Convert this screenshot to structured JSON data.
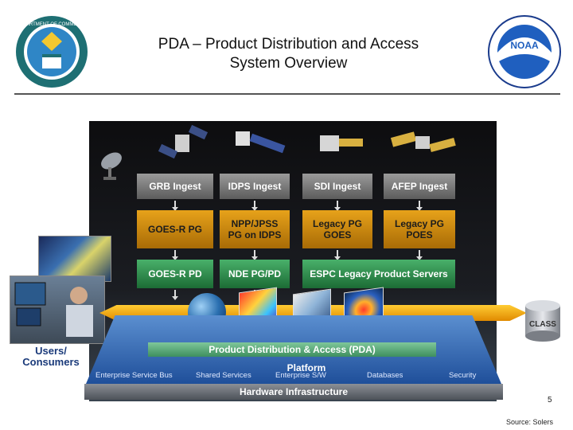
{
  "slide": {
    "title_line1": "PDA – Product Distribution and Access",
    "title_line2": "System Overview",
    "page_number": "5",
    "source": "Source:  Solers"
  },
  "logos": {
    "left": "department-of-commerce-seal",
    "right": "noaa-logo"
  },
  "diagram": {
    "ingest": [
      "GRB Ingest",
      "IDPS Ingest",
      "SDI Ingest",
      "AFEP Ingest"
    ],
    "product_generation": [
      [
        "GOES-R PG"
      ],
      [
        "NPP/JPSS",
        "PG on IDPS"
      ],
      [
        "Legacy PG",
        "GOES"
      ],
      [
        "Legacy PG",
        "POES"
      ]
    ],
    "product_distribution": [
      "GOES-R PD",
      "NDE PG/PD",
      "ESPC Legacy Product Servers"
    ],
    "pda_label": "Product Distribution & Access (PDA)",
    "platform_label": "Platform",
    "services": [
      "Enterprise Service Bus",
      "Shared Services",
      "Enterprise S/W",
      "Databases",
      "Security"
    ],
    "hardware_label": "Hardware Infrastructure",
    "users_label_line1": "Users/",
    "users_label_line2": "Consumers",
    "class_label": "CLASS"
  },
  "colors": {
    "ingest": "#7a7a7a",
    "product_generation": "#d28c10",
    "product_distribution": "#2e8a4a",
    "platform": "#2f62ad",
    "bus": "#f2a413"
  }
}
